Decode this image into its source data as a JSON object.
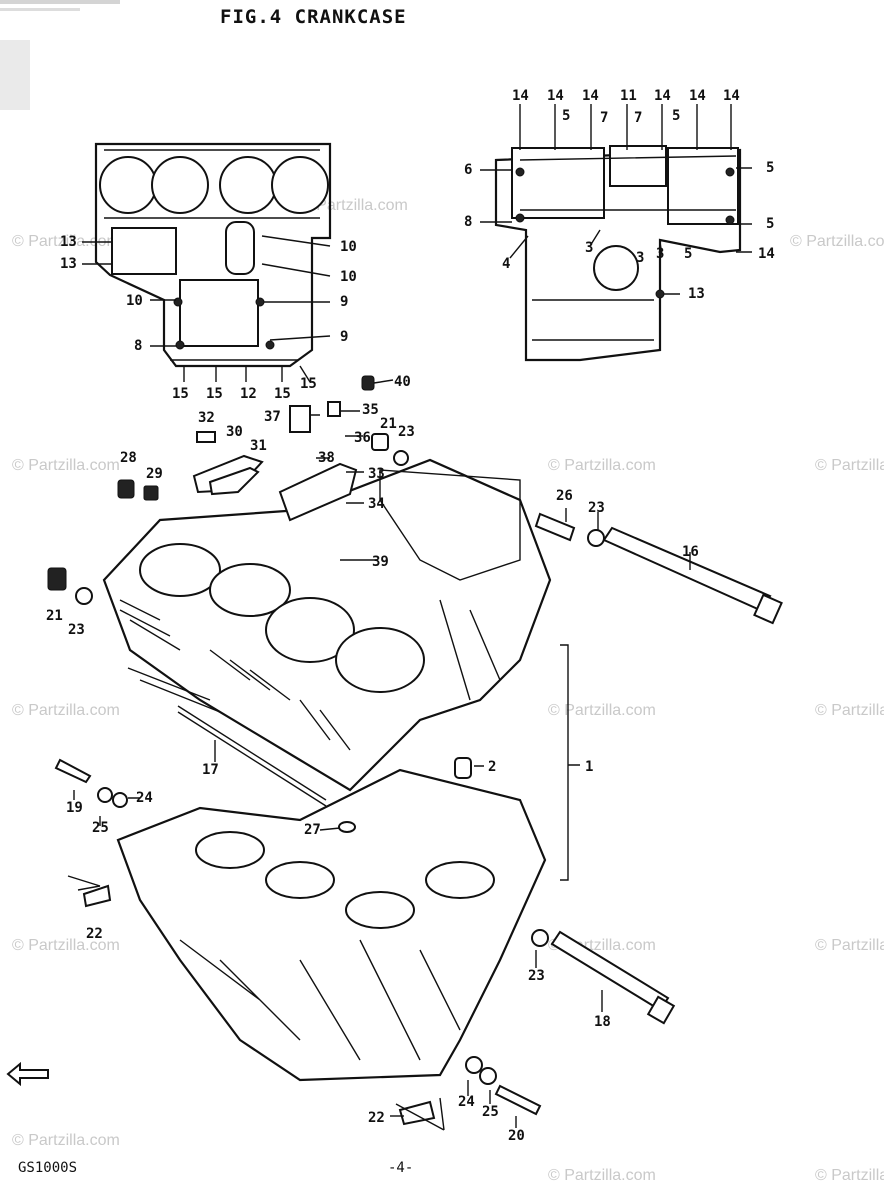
{
  "header": {
    "title": "FIG.4  CRANKCASE"
  },
  "footer": {
    "model": "GS1000S",
    "page": "-4-"
  },
  "watermark": {
    "text": "© Partzilla.com"
  },
  "callouts": [
    {
      "id": "c1",
      "text": "1"
    },
    {
      "id": "c2",
      "text": "2"
    },
    {
      "id": "c3a",
      "text": "3"
    },
    {
      "id": "c3b",
      "text": "3"
    },
    {
      "id": "c3c",
      "text": "3"
    },
    {
      "id": "c4",
      "text": "4"
    },
    {
      "id": "c5a",
      "text": "5"
    },
    {
      "id": "c5b",
      "text": "5"
    },
    {
      "id": "c5c",
      "text": "5"
    },
    {
      "id": "c5d",
      "text": "5"
    },
    {
      "id": "c5e",
      "text": "5"
    },
    {
      "id": "c6",
      "text": "6"
    },
    {
      "id": "c7a",
      "text": "7"
    },
    {
      "id": "c7b",
      "text": "7"
    },
    {
      "id": "c8a",
      "text": "8"
    },
    {
      "id": "c8b",
      "text": "8"
    },
    {
      "id": "c9a",
      "text": "9"
    },
    {
      "id": "c9b",
      "text": "9"
    },
    {
      "id": "c10a",
      "text": "10"
    },
    {
      "id": "c10b",
      "text": "10"
    },
    {
      "id": "c10c",
      "text": "10"
    },
    {
      "id": "c11",
      "text": "11"
    },
    {
      "id": "c12",
      "text": "12"
    },
    {
      "id": "c13a",
      "text": "13"
    },
    {
      "id": "c13b",
      "text": "13"
    },
    {
      "id": "c13c",
      "text": "13"
    },
    {
      "id": "c14a",
      "text": "14"
    },
    {
      "id": "c14b",
      "text": "14"
    },
    {
      "id": "c14c",
      "text": "14"
    },
    {
      "id": "c14d",
      "text": "14"
    },
    {
      "id": "c14e",
      "text": "14"
    },
    {
      "id": "c14f",
      "text": "14"
    },
    {
      "id": "c14g",
      "text": "14"
    },
    {
      "id": "c15a",
      "text": "15"
    },
    {
      "id": "c15b",
      "text": "15"
    },
    {
      "id": "c15c",
      "text": "15"
    },
    {
      "id": "c15d",
      "text": "15"
    },
    {
      "id": "c16",
      "text": "16"
    },
    {
      "id": "c17",
      "text": "17"
    },
    {
      "id": "c18",
      "text": "18"
    },
    {
      "id": "c19",
      "text": "19"
    },
    {
      "id": "c20",
      "text": "20"
    },
    {
      "id": "c21a",
      "text": "21"
    },
    {
      "id": "c21b",
      "text": "21"
    },
    {
      "id": "c22a",
      "text": "22"
    },
    {
      "id": "c22b",
      "text": "22"
    },
    {
      "id": "c23a",
      "text": "23"
    },
    {
      "id": "c23b",
      "text": "23"
    },
    {
      "id": "c23c",
      "text": "23"
    },
    {
      "id": "c23d",
      "text": "23"
    },
    {
      "id": "c24a",
      "text": "24"
    },
    {
      "id": "c24b",
      "text": "24"
    },
    {
      "id": "c25a",
      "text": "25"
    },
    {
      "id": "c25b",
      "text": "25"
    },
    {
      "id": "c26",
      "text": "26"
    },
    {
      "id": "c27",
      "text": "27"
    },
    {
      "id": "c28",
      "text": "28"
    },
    {
      "id": "c29",
      "text": "29"
    },
    {
      "id": "c30",
      "text": "30"
    },
    {
      "id": "c31",
      "text": "31"
    },
    {
      "id": "c32",
      "text": "32"
    },
    {
      "id": "c33",
      "text": "33"
    },
    {
      "id": "c34",
      "text": "34"
    },
    {
      "id": "c35",
      "text": "35"
    },
    {
      "id": "c36",
      "text": "36"
    },
    {
      "id": "c37",
      "text": "37"
    },
    {
      "id": "c38",
      "text": "38"
    },
    {
      "id": "c39",
      "text": "39"
    },
    {
      "id": "c40",
      "text": "40"
    }
  ]
}
